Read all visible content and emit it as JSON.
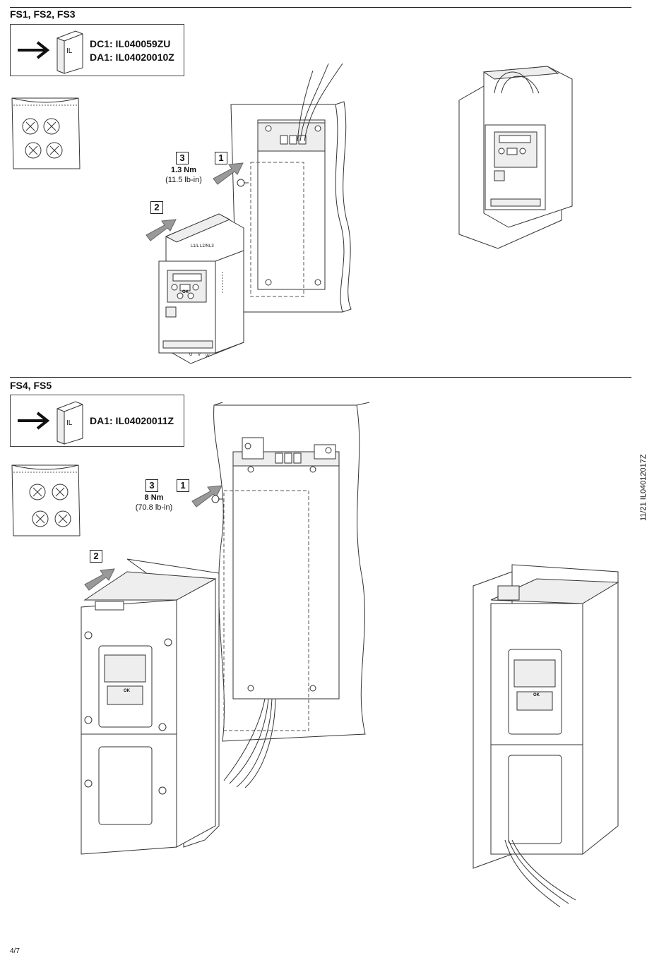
{
  "section1": {
    "title": "FS1, FS2, FS3",
    "ref_line1": "DC1: IL040059ZU",
    "ref_line2": "DA1: IL04020010Z",
    "book_label": "IL",
    "step3": "3",
    "step1": "1",
    "step2": "2",
    "torque": "1.3 Nm",
    "torque_imperial": "(11.5 lb-in)"
  },
  "section2": {
    "title": "FS4, FS5",
    "ref_line1": "DA1: IL04020011Z",
    "book_label": "IL",
    "step3": "3",
    "step1": "1",
    "step2": "2",
    "torque": "8 Nm",
    "torque_imperial": "(70.8 lb-in)"
  },
  "drive_labels": {
    "l1": "L1/L",
    "l2": "L2/N",
    "l3": "L3",
    "u": "U",
    "v": "V",
    "w": "W",
    "ok": "OK"
  },
  "footer": {
    "page": "4/7",
    "doc_id": "11/21 IL04012017Z"
  }
}
